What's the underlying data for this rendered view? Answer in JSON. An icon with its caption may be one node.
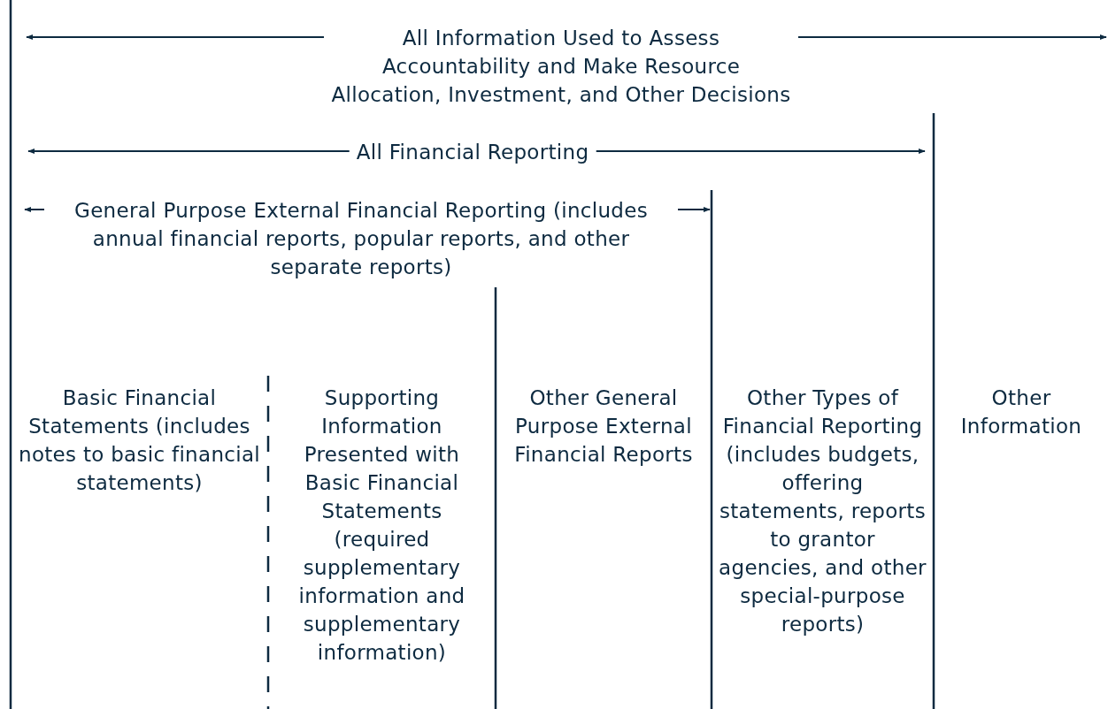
{
  "diagram": {
    "labels": [
      "All Information Used to Assess Accountability and Make Resource Allocation, Investment, and Other Decisions",
      "All Financial Reporting",
      "General Purpose External Financial Reporting (includes annual financial reports, popular reports, and other separate reports)",
      "Basic Financial Statements (includes notes to basic financial statements)",
      "Supporting Information Presented with Basic Financial Statements (required supplementary information and supplementary information)",
      "Other General Purpose External Financial Reports",
      "Other Types of Financial Reporting (includes budgets, offering statements, reports to grantor agencies, and other special-purpose reports)",
      "Other Information"
    ]
  }
}
